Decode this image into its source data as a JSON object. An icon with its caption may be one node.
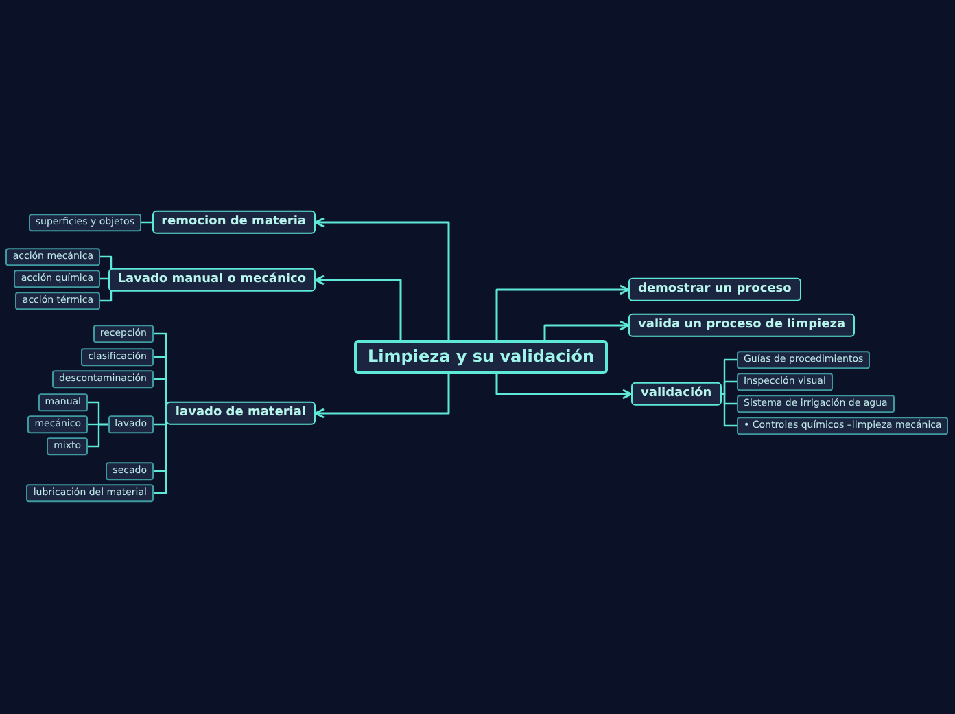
{
  "diagram": {
    "nodes": [
      {
        "text": [
          "Limpieza y su validación"
        ]
      },
      {
        "text": [
          "remocion de materia"
        ]
      },
      {
        "text": [
          "superficies y objetos"
        ]
      },
      {
        "text": [
          "Lavado manual o mecánico"
        ]
      },
      {
        "text": [
          "acción mecánica"
        ]
      },
      {
        "text": [
          "acción química"
        ]
      },
      {
        "text": [
          "acción térmica"
        ]
      },
      {
        "text": [
          "lavado de material"
        ]
      },
      {
        "text": [
          "recepción"
        ]
      },
      {
        "text": [
          "clasificación"
        ]
      },
      {
        "text": [
          "descontaminación"
        ]
      },
      {
        "text": [
          "lavado"
        ]
      },
      {
        "text": [
          "manual"
        ]
      },
      {
        "text": [
          "mecánico"
        ]
      },
      {
        "text": [
          "mixto"
        ]
      },
      {
        "text": [
          "secado"
        ]
      },
      {
        "text": [
          "lubricación del material"
        ]
      },
      {
        "text": [
          "demostrar un proceso"
        ]
      },
      {
        "text": [
          "valida un proceso de limpieza"
        ]
      },
      {
        "text": [
          "validación"
        ]
      },
      {
        "text": [
          "Guías de procedimientos"
        ]
      },
      {
        "text": [
          "Inspección visual"
        ]
      },
      {
        "text": [
          "Sistema de irrigación de agua"
        ]
      },
      {
        "text": [
          "• Controles químicos –limpieza mecánica"
        ]
      }
    ],
    "edges": [
      {
        "from": 0,
        "to": 1,
        "arrow": "to"
      },
      {
        "from": 0,
        "to": 3,
        "arrow": "to"
      },
      {
        "from": 0,
        "to": 7,
        "arrow": "to"
      },
      {
        "from": 0,
        "to": 17,
        "arrow": "to"
      },
      {
        "from": 0,
        "to": 18,
        "arrow": "to"
      },
      {
        "from": 0,
        "to": 19,
        "arrow": "to"
      },
      {
        "from": 1,
        "to": 2,
        "arrow": "none"
      },
      {
        "from": 3,
        "to": 4,
        "arrow": "none"
      },
      {
        "from": 3,
        "to": 5,
        "arrow": "none"
      },
      {
        "from": 3,
        "to": 6,
        "arrow": "none"
      },
      {
        "from": 7,
        "to": 8,
        "arrow": "none"
      },
      {
        "from": 7,
        "to": 9,
        "arrow": "none"
      },
      {
        "from": 7,
        "to": 10,
        "arrow": "none"
      },
      {
        "from": 7,
        "to": 11,
        "arrow": "none"
      },
      {
        "from": 7,
        "to": 15,
        "arrow": "none"
      },
      {
        "from": 7,
        "to": 16,
        "arrow": "none"
      },
      {
        "from": 11,
        "to": 12,
        "arrow": "none"
      },
      {
        "from": 11,
        "to": 13,
        "arrow": "none"
      },
      {
        "from": 11,
        "to": 14,
        "arrow": "none"
      },
      {
        "from": 19,
        "to": 20,
        "arrow": "none"
      },
      {
        "from": 19,
        "to": 21,
        "arrow": "none"
      },
      {
        "from": 19,
        "to": 22,
        "arrow": "none"
      },
      {
        "from": 19,
        "to": 23,
        "arrow": "none"
      }
    ]
  }
}
